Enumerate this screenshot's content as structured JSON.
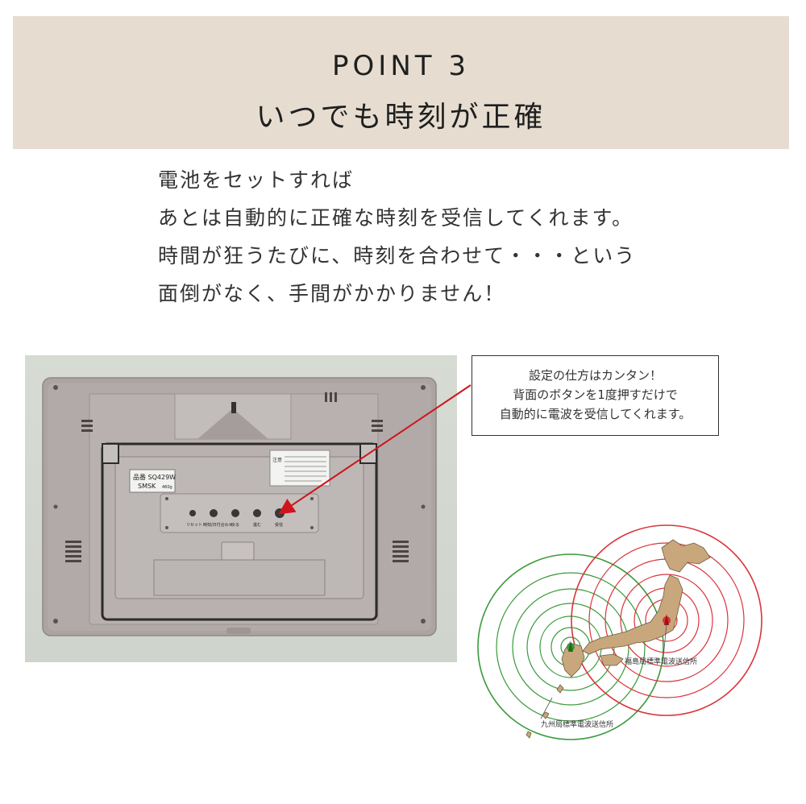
{
  "header": {
    "point_label": "POINT 3",
    "title": "いつでも時刻が正確"
  },
  "body": {
    "lines": [
      "電池をセットすれば",
      "あとは自動的に正確な時刻を受信してくれます。",
      "時間が狂うたびに、時刻を合わせて・・・という",
      "面倒がなく、手間がかかりません！"
    ]
  },
  "callout": {
    "lines": [
      "設定の仕方はカンタン！",
      "背面のボタンを1度押すだけで",
      "自動的に電波を受信してくれます。"
    ]
  },
  "device": {
    "model_line1": "品番 SQ429W",
    "model_line2": "SMSK",
    "model_weight": "460g",
    "caution_label": "注意",
    "buttons": [
      "リセット",
      "時刻/日付合わせ",
      "戻る",
      "進む",
      "受信"
    ]
  },
  "map": {
    "station_east": "福島局標準電波送信所",
    "station_west": "九州局標準電波送信所"
  },
  "colors": {
    "header_band": "#e6ddd0",
    "arrow_red": "#d0141c",
    "ring_red": "#d9343a",
    "ring_green": "#3a9a3a",
    "device_body": "#aaa2a0",
    "wall": "#d2d7cf",
    "land": "#c9a77c"
  }
}
